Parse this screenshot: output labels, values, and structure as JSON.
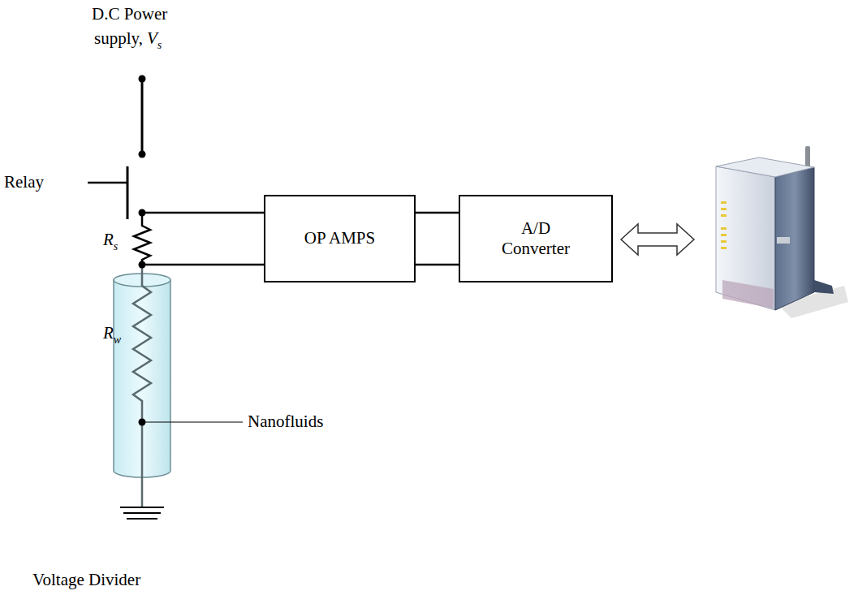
{
  "diagram": {
    "nodes": [
      {
        "text": [
          "OP AMPS"
        ]
      },
      {
        "text": [
          "A/D Converter"
        ]
      }
    ],
    "edges": [
      {
        "from": 0,
        "to": 1,
        "arrow": "none"
      },
      {
        "from": 0,
        "to": 1,
        "arrow": "none"
      }
    ],
    "labels": [
      "D.C Power",
      "supply,",
      "V",
      "s",
      "Relay",
      "R",
      "s",
      "R",
      "w",
      "Nanofluids",
      "Voltage Divider"
    ]
  }
}
